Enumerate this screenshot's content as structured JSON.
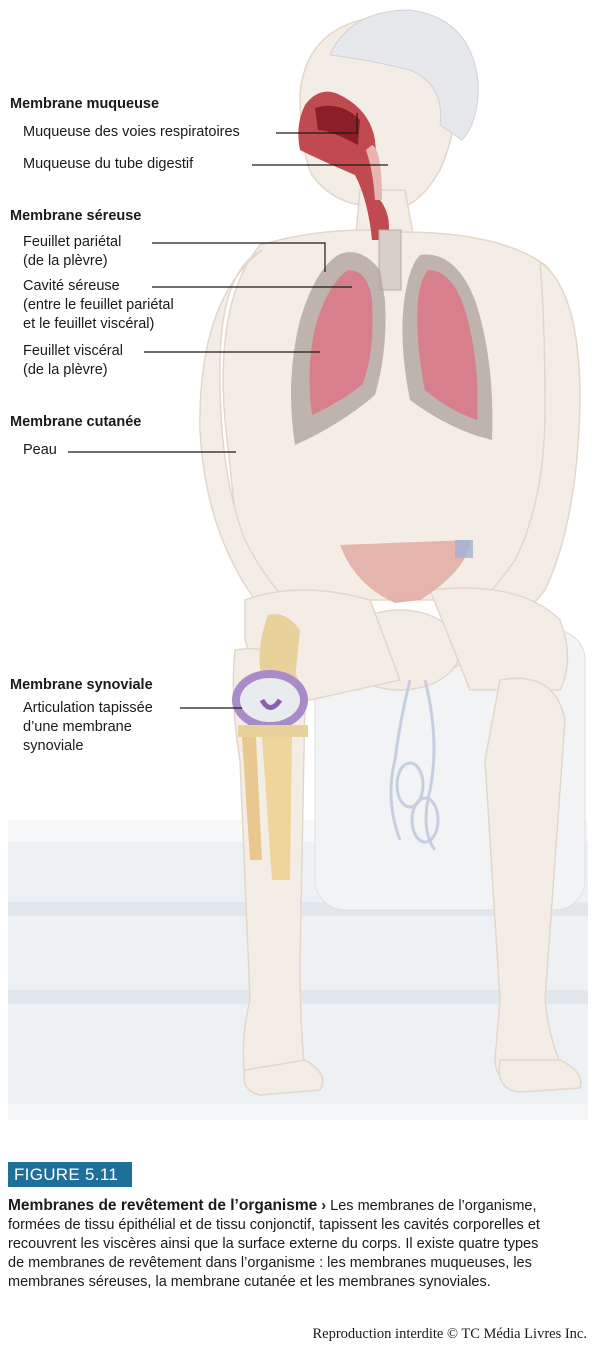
{
  "labels": {
    "muqueuse_title": "Membrane muqueuse",
    "muqueuse_resp": "Muqueuse des voies respiratoires",
    "muqueuse_dig": "Muqueuse du tube digestif",
    "sereuse_title": "Membrane séreuse",
    "parietal_1": "Feuillet pariétal",
    "parietal_2": "(de la plèvre)",
    "cavite_1": "Cavité séreuse",
    "cavite_2": "(entre le feuillet pariétal",
    "cavite_3": "et le feuillet viscéral)",
    "visceral_1": "Feuillet viscéral",
    "visceral_2": "(de la plèvre)",
    "cutanee_title": "Membrane cutanée",
    "peau": "Peau",
    "synoviale_title": "Membrane synoviale",
    "artic_1": "Articulation tapissée",
    "artic_2": "d’une membrane",
    "artic_3": "synoviale"
  },
  "figure": {
    "number": "FIGURE 5.11",
    "title": "Membranes de revêtement de l’organisme",
    "arrow": "›",
    "text": " Les membranes de l’organisme, formées de tissu épithélial et de tissu conjonctif, tapissent les cavités corporelles et recouvrent les viscères ainsi que la surface externe du corps. Il existe quatre types de membranes de revêtement dans l’organisme : les membranes muqueuses, les membranes séreuses, la membrane cutanée et les membranes synoviales.",
    "credit": "Reproduction interdite © TC Média Livres Inc."
  },
  "colors": {
    "accent": "#1f6f9b",
    "skin": "#f3ece4",
    "mucosa": "#b8323b",
    "lung": "#c96f7c",
    "synovial": "#a98bc9"
  }
}
